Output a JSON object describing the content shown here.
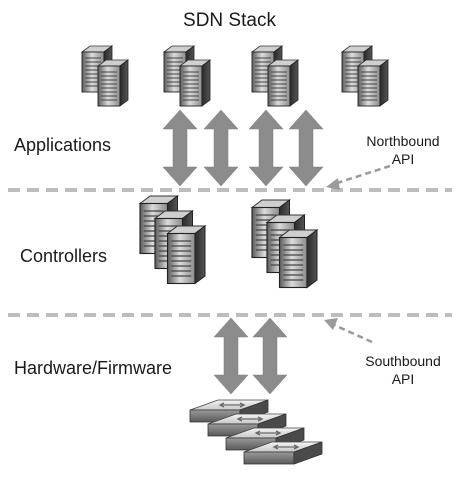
{
  "diagram": {
    "title": "SDN Stack",
    "layers": {
      "applications": "Applications",
      "controllers": "Controllers",
      "hardware": "Hardware/Firmware"
    },
    "apis": {
      "northbound": {
        "line1": "Northbound",
        "line2": "API"
      },
      "southbound": {
        "line1": "Southbound",
        "line2": "API"
      }
    },
    "icons": {
      "application_servers": "server-icon",
      "controller_server_groups": "server-stack-icon",
      "api_arrows": "double-arrow-icon",
      "hardware": "network-switch-stack-icon"
    },
    "colors": {
      "arrow": "#8c8c8c",
      "divider": "#bdbdbd",
      "server_dark": "#3a3a3a",
      "server_light": "#e6e6e6"
    }
  }
}
